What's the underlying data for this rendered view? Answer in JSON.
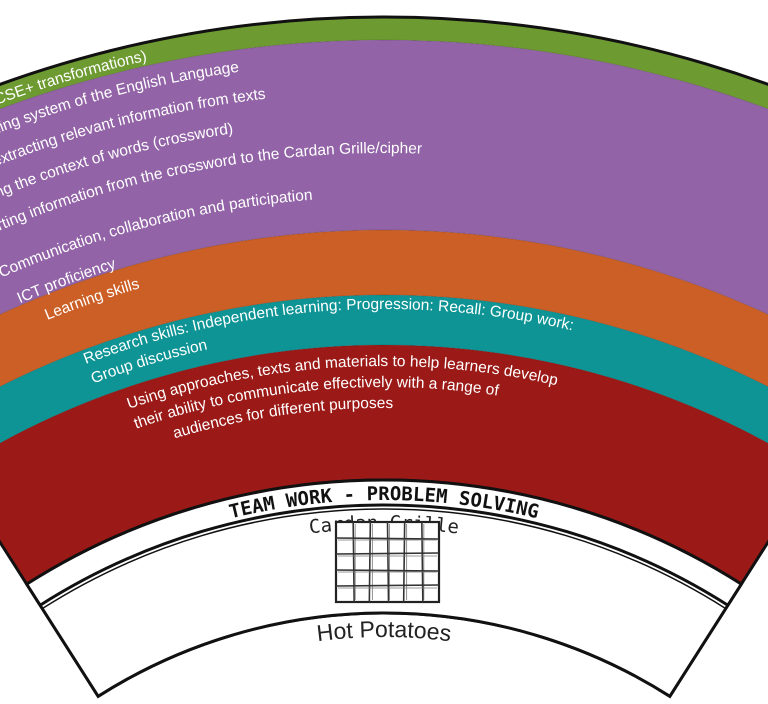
{
  "bands": [
    {
      "id": "band-green",
      "color": "#6e9b31",
      "lines": [
        "Application of shapes: (For GCSE+ transformations)"
      ]
    },
    {
      "id": "band-purple",
      "color": "#9263a6",
      "lines": [
        "Understanding the spelling system of the English Language",
        "Researching and extracting relevant information from texts",
        "Understanding the context of words (crossword)",
        "Converting information from the crossword to the Cardan Grille/cipher"
      ]
    },
    {
      "id": "band-orange",
      "color": "#cc5f26",
      "lines": [
        "Communication, collaboration and participation",
        "ICT proficiency",
        "Learning skills"
      ]
    },
    {
      "id": "band-teal",
      "color": "#0f9495",
      "lines": [
        "Research skills: Independent learning: Progression: Recall: Group work:",
        "Group discussion"
      ]
    },
    {
      "id": "band-red",
      "color": "#9b1a17",
      "lines": [
        "Using approaches, texts and materials to help learners develop",
        "their ability to communicate effectively with a range of",
        "audiences for different purposes"
      ]
    }
  ],
  "header": {
    "title": "TEAM WORK - PROBLEM SOLVING"
  },
  "bottom": {
    "subtitle": "Cardan Grille",
    "grille_icon": "grid-icon",
    "footer": "Hot Potatoes"
  }
}
